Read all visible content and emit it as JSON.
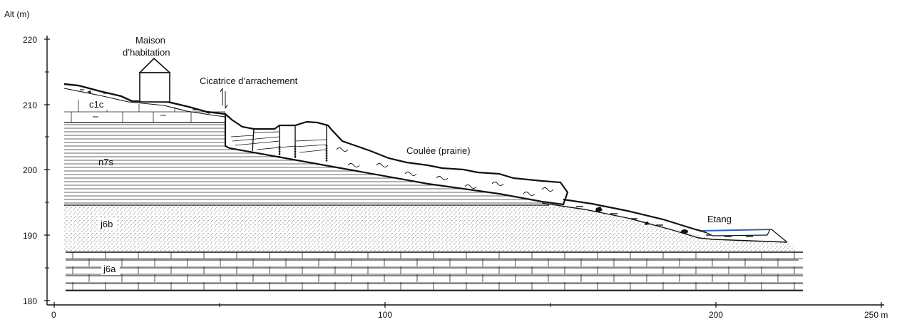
{
  "axis": {
    "y_title": "Alt (m)",
    "y_ticks": [
      "220",
      "210",
      "200",
      "190",
      "180"
    ],
    "x_ticks": [
      "0",
      "100",
      "200",
      "250 m"
    ]
  },
  "layers": {
    "c1c": "c1c",
    "n7s": "n7s",
    "j6b": "j6b",
    "j6a": "j6a"
  },
  "labels": {
    "house": [
      "Maison",
      "d’habitation"
    ],
    "scarp": "Cicatrice d’arrachement",
    "flow": "Coulée (prairie)",
    "pond": "Etang"
  },
  "colors": {
    "scarp_label": "#c0392b",
    "pond_label": "#2e5fa8",
    "pond_water": "#2e5fa8",
    "lines": "#111111"
  }
}
